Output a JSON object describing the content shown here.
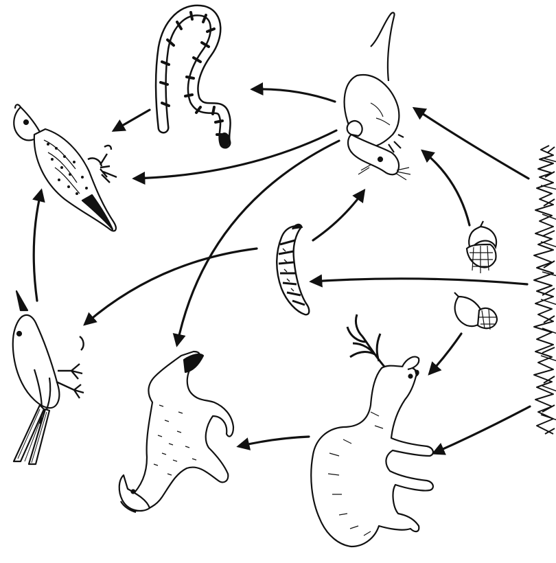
{
  "diagram": {
    "type": "food-web",
    "style": "black line art on white background, no text labels",
    "organisms": [
      {
        "id": "hawk",
        "icon": "hawk-icon"
      },
      {
        "id": "snake",
        "icon": "snake-icon"
      },
      {
        "id": "mouse",
        "icon": "mouse-icon"
      },
      {
        "id": "grass",
        "icon": "grass-icon"
      },
      {
        "id": "acorn-upper",
        "icon": "acorn-icon"
      },
      {
        "id": "acorn-lower",
        "icon": "acorn-icon"
      },
      {
        "id": "grub",
        "icon": "grub-icon"
      },
      {
        "id": "songbird",
        "icon": "songbird-icon"
      },
      {
        "id": "fox",
        "icon": "fox-icon"
      },
      {
        "id": "deer",
        "icon": "deer-icon"
      }
    ],
    "arrows": [
      {
        "from": "mouse",
        "to": "snake"
      },
      {
        "from": "snake",
        "to": "hawk"
      },
      {
        "from": "mouse",
        "to": "hawk"
      },
      {
        "from": "mouse",
        "to": "fox"
      },
      {
        "from": "grass",
        "to": "mouse"
      },
      {
        "from": "acorn-upper",
        "to": "mouse"
      },
      {
        "from": "grub",
        "to": "mouse"
      },
      {
        "from": "grass",
        "to": "grub"
      },
      {
        "from": "grub",
        "to": "songbird"
      },
      {
        "from": "songbird",
        "to": "hawk"
      },
      {
        "from": "acorn-lower",
        "to": "deer"
      },
      {
        "from": "grass",
        "to": "deer"
      },
      {
        "from": "deer",
        "to": "fox"
      }
    ],
    "colors": {
      "ink": "#111111",
      "paper": "#ffffff"
    }
  }
}
